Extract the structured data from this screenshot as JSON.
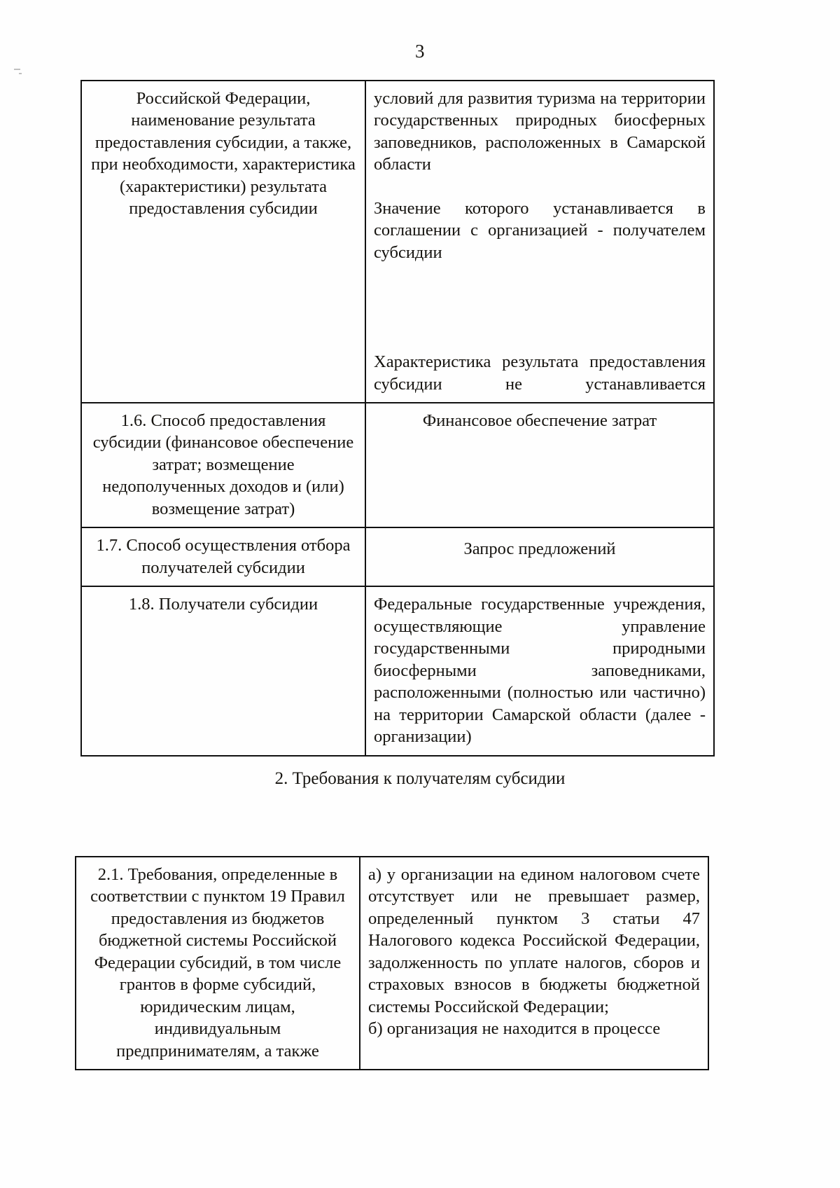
{
  "page": {
    "number": "3",
    "language": "ru"
  },
  "table_one": {
    "rows": [
      {
        "left": {
          "paragraphs": [
            "Российской Федерации, наименование результата предоставления субсидии, а также, при необходимости, характеристика (характеристики) результата предоставления субсидии"
          ]
        },
        "right": {
          "paragraphs": [
            "условий для развития туризма на территории государственных природных биосферных заповедников, расположенных в Самарской области",
            "Значение которого устанавливается в соглашении с организацией - получателем субсидии",
            "Характеристика результата предоставления субсидии не устанавливается"
          ]
        }
      },
      {
        "left": {
          "paragraphs": [
            "1.6. Способ предоставления субсидии (финансовое обеспечение затрат; возмещение недополученных доходов и (или) возмещение затрат)"
          ]
        },
        "right": {
          "paragraphs": [
            "Финансовое обеспечение затрат"
          ]
        }
      },
      {
        "left": {
          "paragraphs": [
            "1.7. Способ осуществления отбора получателей субсидии"
          ]
        },
        "right": {
          "paragraphs": [
            "Запрос предложений"
          ]
        }
      },
      {
        "left": {
          "paragraphs": [
            "1.8. Получатели субсидии"
          ]
        },
        "right": {
          "paragraphs": [
            "Федеральные государственные учреждения, осуществляющие управление государственными природными биосферными заповедниками, расположенными (полностью или частично) на территории Самарской области (далее - организации)"
          ]
        }
      }
    ]
  },
  "section_heading": "2. Требования к получателям субсидии",
  "table_two": {
    "rows": [
      {
        "left": {
          "paragraphs": [
            "2.1. Требования, определенные в соответствии с пунктом 19 Правил предоставления из бюджетов бюджетной системы Российской Федерации субсидий, в том числе грантов в форме субсидий, юридическим лицам, индивидуальным предпринимателям, а также"
          ]
        },
        "right": {
          "paragraphs": [
            "а) у организации на едином налоговом счете отсутствует или не превышает размер, определенный пунктом 3 статьи 47 Налогового кодекса Российской Федерации, задолженность по уплате налогов, сборов и страховых взносов в бюджеты бюджетной системы Российской Федерации;",
            "б) организация не находится в процессе"
          ]
        }
      }
    ]
  }
}
